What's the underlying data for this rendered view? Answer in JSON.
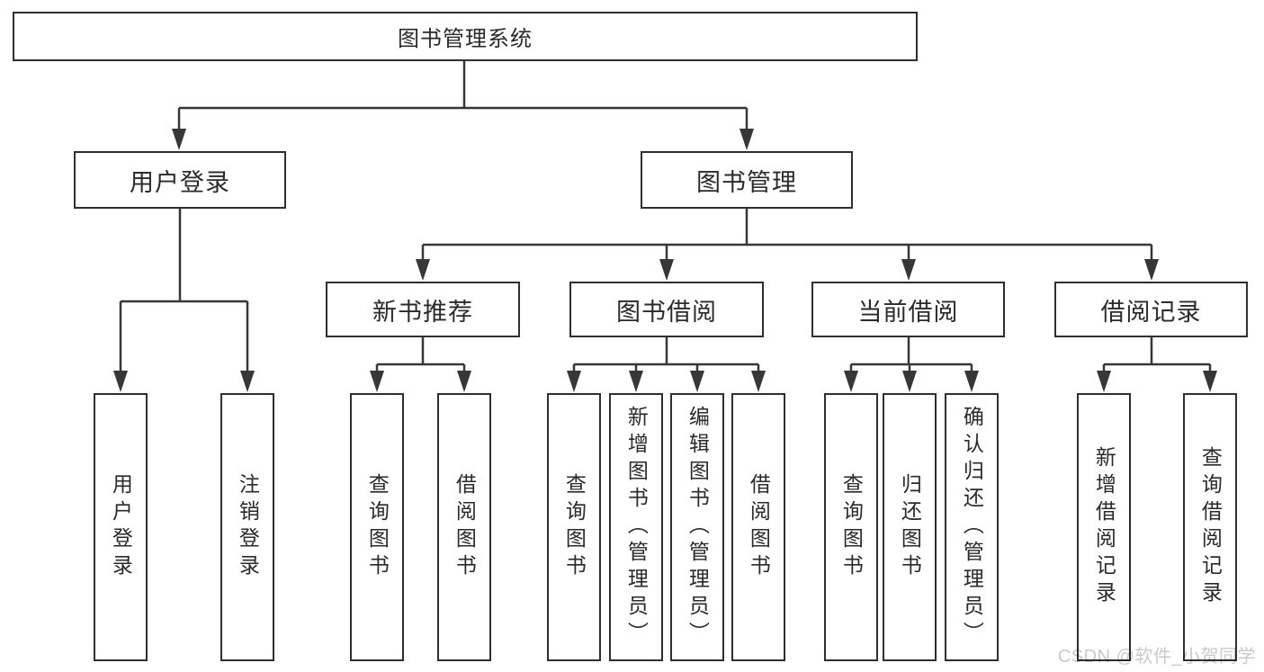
{
  "diagram": {
    "root": {
      "label": "图书管理系统"
    },
    "branches": [
      {
        "label": "用户登录",
        "children": [
          {
            "label": "用户登录"
          },
          {
            "label": "注销登录"
          }
        ]
      },
      {
        "label": "图书管理",
        "children": [
          {
            "label": "新书推荐",
            "children": [
              {
                "label": "查询图书"
              },
              {
                "label": "借阅图书"
              }
            ]
          },
          {
            "label": "图书借阅",
            "children": [
              {
                "label": "查询图书"
              },
              {
                "label": "新增图书（管理员）"
              },
              {
                "label": "编辑图书（管理员）"
              },
              {
                "label": "借阅图书"
              }
            ]
          },
          {
            "label": "当前借阅",
            "children": [
              {
                "label": "查询图书"
              },
              {
                "label": "归还图书"
              },
              {
                "label": "确认归还（管理员）"
              }
            ]
          },
          {
            "label": "借阅记录",
            "children": [
              {
                "label": "新增借阅记录"
              },
              {
                "label": "查询借阅记录"
              }
            ]
          }
        ]
      }
    ]
  },
  "watermark": {
    "text": "CSDN @软件_小贺同学"
  },
  "colors": {
    "line": "#373737",
    "box_border": "#2f2f2f",
    "box_fill": "#ffffff",
    "text": "#2a2a2a",
    "watermark": "#c9c9c9",
    "background": "#ffffff"
  }
}
